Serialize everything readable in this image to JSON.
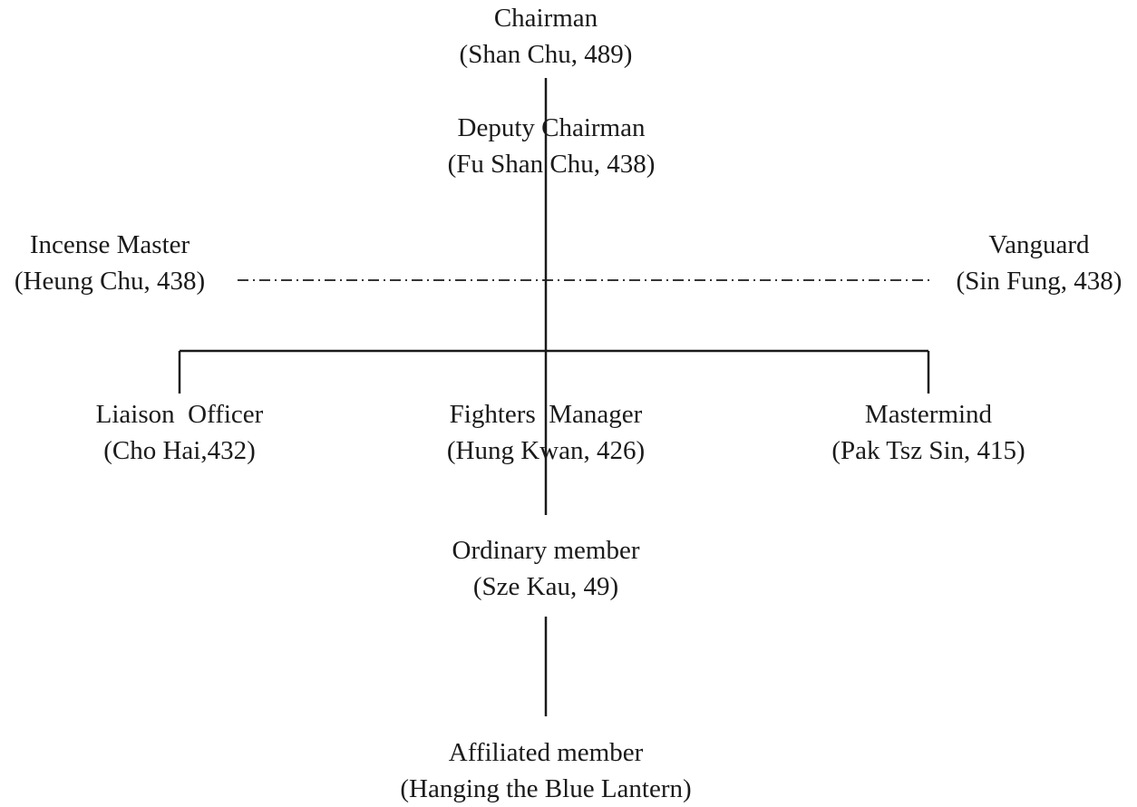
{
  "diagram": {
    "nodes": {
      "chairman": {
        "role": "Chairman",
        "detail": "(Shan Chu, 489)"
      },
      "deputy": {
        "role": "Deputy Chairman",
        "detail": "(Fu Shan Chu, 438)"
      },
      "incense": {
        "role": "Incense Master",
        "detail": "(Heung Chu, 438)"
      },
      "vanguard": {
        "role": "Vanguard",
        "detail": "(Sin Fung, 438)"
      },
      "liaison": {
        "role": "Liaison  Officer",
        "detail": "(Cho Hai,432)"
      },
      "fighters": {
        "role": "Fighters  Manager",
        "detail": "(Hung Kwan, 426)"
      },
      "mastermind": {
        "role": "Mastermind",
        "detail": "(Pak Tsz Sin, 415)"
      },
      "ordinary": {
        "role": "Ordinary member",
        "detail": "(Sze Kau, 49)"
      },
      "affiliated": {
        "role": "Affiliated member",
        "detail": "(Hanging the Blue Lantern)"
      }
    },
    "colors": {
      "line": "#1a1a1a",
      "text": "#1a1a1a",
      "background": "#ffffff"
    }
  }
}
